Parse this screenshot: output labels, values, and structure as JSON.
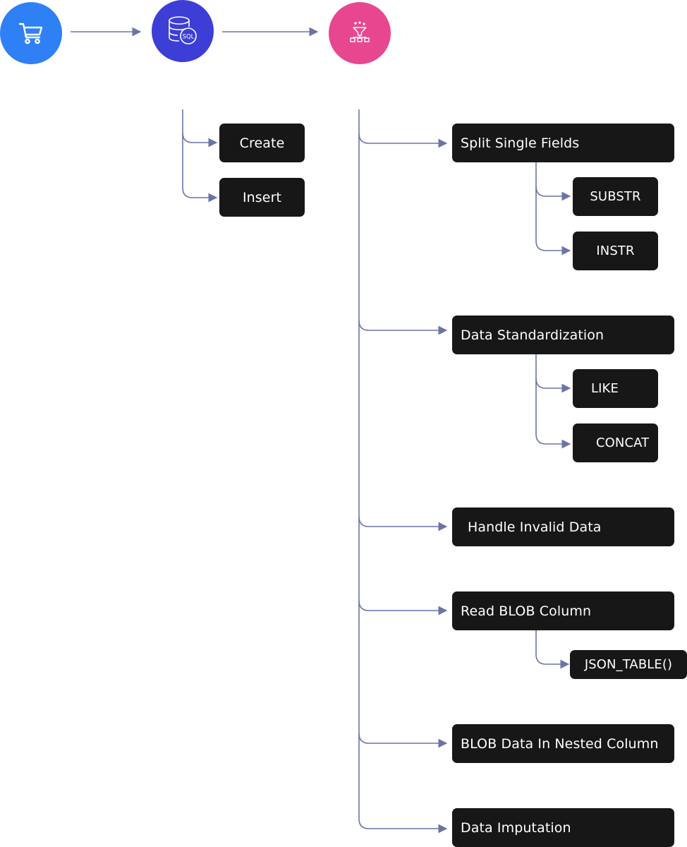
{
  "nodes": {
    "cart": {
      "icon": "shopping-cart-icon",
      "color": "#2f80f5"
    },
    "database": {
      "icon": "sql-database-icon",
      "label": "SQL",
      "color": "#3d3ed6"
    },
    "transform": {
      "icon": "data-funnel-icon",
      "color": "#e8478f"
    }
  },
  "colors": {
    "box": "#171717",
    "connector": "#6b74a6"
  },
  "sql_steps": [
    "Create",
    "Insert"
  ],
  "operations": [
    {
      "label": "Split Single Fields",
      "children": [
        "SUBSTR",
        "INSTR"
      ]
    },
    {
      "label": "Data Standardization",
      "children": [
        "LIKE",
        "CONCAT"
      ]
    },
    {
      "label": "Handle Invalid Data",
      "children": []
    },
    {
      "label": "Read BLOB Column",
      "children": [
        "JSON_TABLE()"
      ]
    },
    {
      "label": "BLOB Data In Nested Column",
      "children": []
    },
    {
      "label": "Data Imputation",
      "children": []
    }
  ]
}
